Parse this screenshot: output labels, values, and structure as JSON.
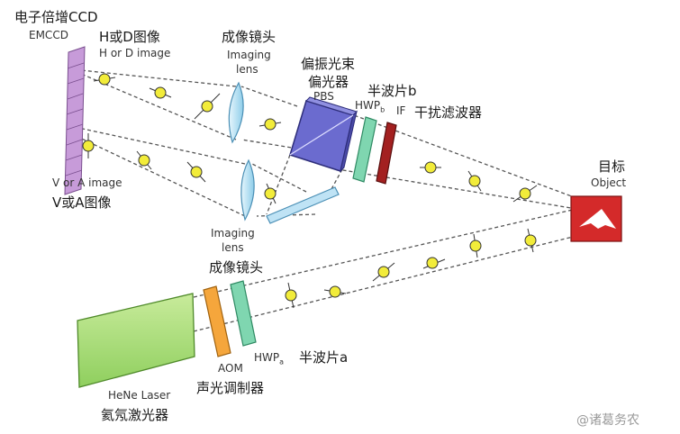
{
  "labels": {
    "ccd_cn": "电子倍增CCD",
    "ccd_en": "EMCCD",
    "hd_cn": "H或D图像",
    "hd_en": "H or D image",
    "va_en": "V or A image",
    "va_cn": "V或A图像",
    "lens1_cn": "成像镜头",
    "lens1_en_1": "Imaging",
    "lens1_en_2": "lens",
    "lens2_en_1": "Imaging",
    "lens2_en_2": "lens",
    "lens2_cn": "成像镜头",
    "pbs_cn_1": "偏振光束",
    "pbs_cn_2": "偏光器",
    "pbs_en": "PBS",
    "hwpb_cn": "半波片b",
    "hwpb_en": "HWP",
    "hwpb_sub": "b",
    "if_en": "IF",
    "if_cn": "干扰滤波器",
    "object_cn": "目标",
    "object_en": "Object",
    "hwpa_en": "HWP",
    "hwpa_sub": "a",
    "hwpa_cn": "半波片a",
    "aom_en": "AOM",
    "aom_cn": "声光调制器",
    "laser_en": "HeNe Laser",
    "laser_cn": "氦氖激光器",
    "watermark": "@诸葛务农"
  },
  "colors": {
    "ccd": "#c79bd9",
    "lens": "#bfe3f5",
    "pbs": "#6b6bcf",
    "hwp": "#7fd6b0",
    "if_filter": "#a32020",
    "object": "#d42a2a",
    "aom": "#f5a63c",
    "laser": "#a8dc7a",
    "particle": "#f2ec3a",
    "beam": "#555555"
  }
}
